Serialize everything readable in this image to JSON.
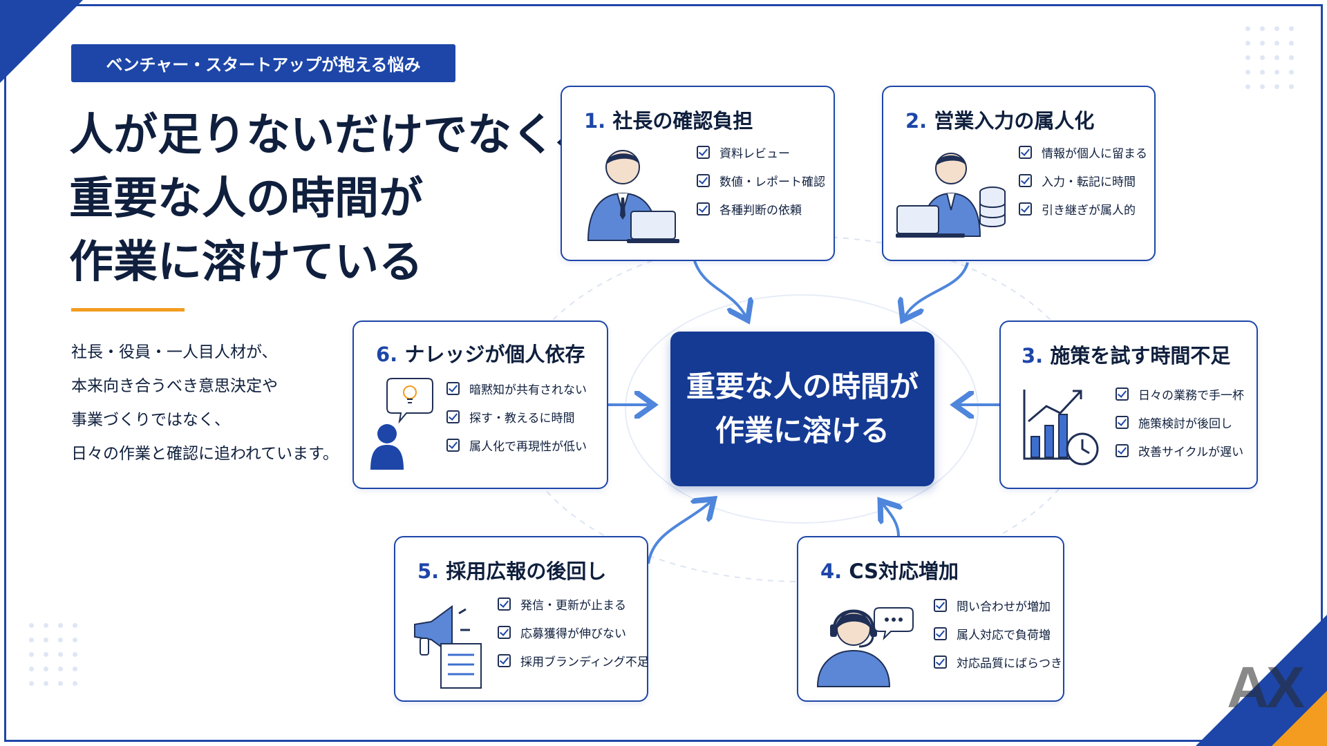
{
  "tag": "ベンチャー・スタートアップが抱える悩み",
  "headline": [
    "人が足りないだけでなく、",
    "重要な人の時間が",
    "作業に溶けている"
  ],
  "body": [
    "社長・役員・一人目人材が、",
    "本来向き合うべき意思決定や",
    "事業づくりではなく、",
    "日々の作業と確認に追われています。"
  ],
  "center": [
    "重要な人の時間が",
    "作業に溶ける"
  ],
  "cards": [
    {
      "num": "1.",
      "title": "社長の確認負担",
      "icon": "executive-laptop-icon",
      "items": [
        "資料レビュー",
        "数値・レポート確認",
        "各種判断の依頼"
      ]
    },
    {
      "num": "2.",
      "title": "営業入力の属人化",
      "icon": "sales-database-icon",
      "items": [
        "情報が個人に留まる",
        "入力・転記に時間",
        "引き継ぎが属人的"
      ]
    },
    {
      "num": "3.",
      "title": "施策を試す時間不足",
      "icon": "growth-chart-clock-icon",
      "items": [
        "日々の業務で手一杯",
        "施策検討が後回し",
        "改善サイクルが遅い"
      ]
    },
    {
      "num": "4.",
      "title": "CS対応増加",
      "icon": "support-headset-icon",
      "items": [
        "問い合わせが増加",
        "属人対応で負荷増",
        "対応品質にばらつき"
      ]
    },
    {
      "num": "5.",
      "title": "採用広報の後回し",
      "icon": "megaphone-icon",
      "items": [
        "発信・更新が止まる",
        "応募獲得が伸びない",
        "採用ブランディング不足"
      ]
    },
    {
      "num": "6.",
      "title": "ナレッジが個人依存",
      "icon": "person-idea-icon",
      "items": [
        "暗黙知が共有されない",
        "探す・教えるに時間",
        "属人化で再現性が低い"
      ]
    }
  ],
  "watermark": "AX",
  "colors": {
    "primary": "#1d46a8",
    "center": "#153a94",
    "accent": "#f39c1f",
    "arrow": "#4f86dc"
  }
}
